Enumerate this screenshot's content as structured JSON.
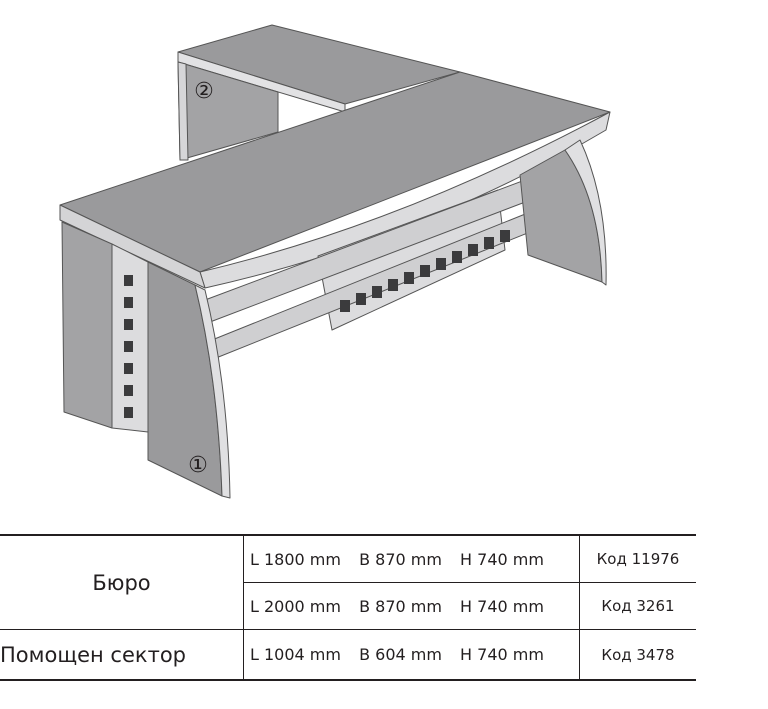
{
  "illustration": {
    "callouts": [
      "①",
      "②"
    ]
  },
  "table": {
    "rows": [
      {
        "name": "Бюро",
        "L": "L 1800 mm",
        "B": "B 870 mm",
        "H": "H 740 mm",
        "code": "Код 11976"
      },
      {
        "name": "",
        "L": "L 2000 mm",
        "B": "B 870 mm",
        "H": "H 740 mm",
        "code": "Код 3261"
      },
      {
        "name": "Помощен сектор",
        "L": "L 1004 mm",
        "B": "B 604 mm",
        "H": "H 740 mm",
        "code": "Код 3478"
      }
    ]
  },
  "colors": {
    "surface_dark": "#9a9a9c",
    "surface_mid": "#b3b3b5",
    "surface_light": "#d9d9db",
    "outline": "#231f20"
  }
}
